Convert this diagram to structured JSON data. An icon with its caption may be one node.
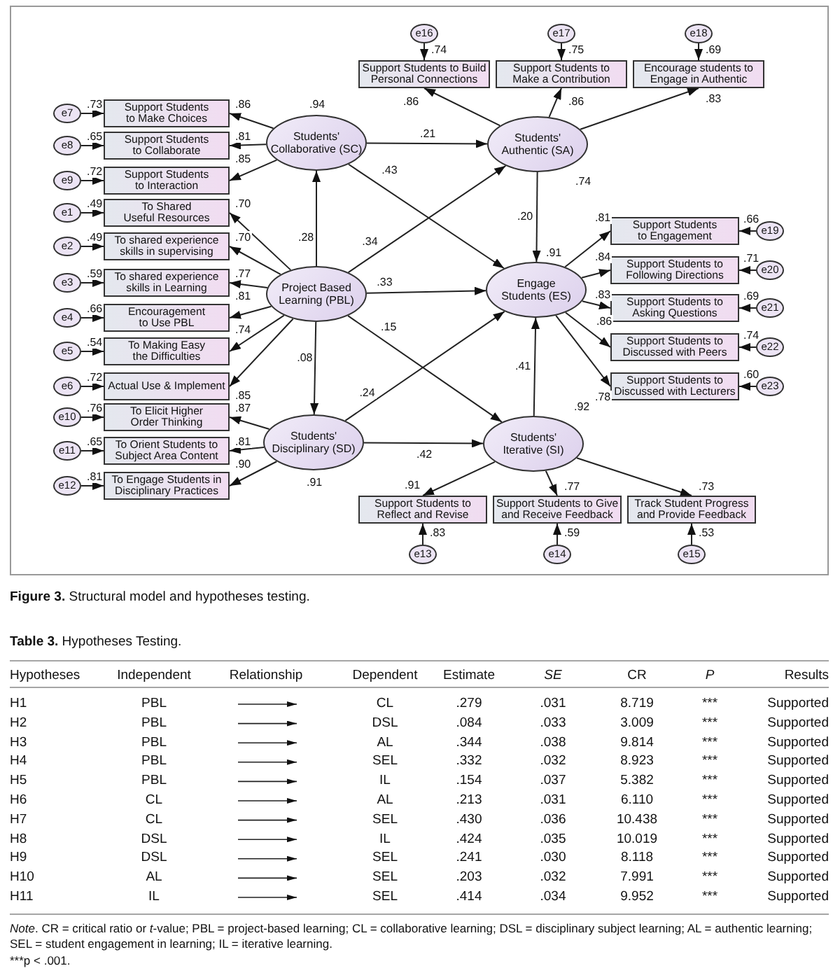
{
  "diagram": {
    "caption": "**Figure 3.** Structural model and hypotheses testing.",
    "nodes": [
      {
        "text": [
          "Students' Collaborative (SC)"
        ],
        "beside": [
          ".94"
        ]
      },
      {
        "text": [
          "Project Based Learning (PBL)"
        ]
      },
      {
        "text": [
          "Students' Disciplinary (SD)"
        ],
        "beside": [
          ".91"
        ]
      },
      {
        "text": [
          "Students' Authentic (SA)"
        ],
        "beside": [
          ".74"
        ]
      },
      {
        "text": [
          "Engage Students (ES)"
        ],
        "beside": [
          ".91"
        ]
      },
      {
        "text": [
          "Students' Iterative (SI)"
        ],
        "beside": [
          ".92"
        ]
      },
      {
        "text": [
          "Support Students to Make Choices"
        ],
        "beside": [
          ".73"
        ]
      },
      {
        "text": [
          "Support Students to Collaborate"
        ],
        "beside": [
          ".65"
        ]
      },
      {
        "text": [
          "Support Students to Interaction"
        ],
        "beside": [
          ".72"
        ]
      },
      {
        "text": [
          "To Shared Useful Resources"
        ],
        "beside": [
          ".49"
        ]
      },
      {
        "text": [
          "To shared experience skills in supervising"
        ],
        "beside": [
          ".49"
        ]
      },
      {
        "text": [
          "To shared experience skills in Learning"
        ],
        "beside": [
          ".59"
        ]
      },
      {
        "text": [
          "Encouragement to Use PBL"
        ],
        "beside": [
          ".66"
        ]
      },
      {
        "text": [
          "To Making Easy the Difficulties"
        ],
        "beside": [
          ".54"
        ]
      },
      {
        "text": [
          "Actual Use & Implement"
        ],
        "beside": [
          ".72"
        ]
      },
      {
        "text": [
          "To Elicit Higher Order Thinking"
        ],
        "beside": [
          ".76"
        ]
      },
      {
        "text": [
          "To Orient Students to Subject Area Content"
        ],
        "beside": [
          ".65"
        ]
      },
      {
        "text": [
          "To Engage Students in Disciplinary Practices"
        ],
        "beside": [
          ".81"
        ]
      },
      {
        "text": [
          "Support Students to Build Personal Connections"
        ],
        "beside": [
          ".74"
        ]
      },
      {
        "text": [
          "Support Students to Make a Contribution"
        ],
        "beside": [
          ".75"
        ]
      },
      {
        "text": [
          "Encourage students to Engage in Authentic"
        ],
        "beside": [
          ".69"
        ]
      },
      {
        "text": [
          "Support Students to Engagement"
        ],
        "beside": [
          ".66"
        ]
      },
      {
        "text": [
          "Support Students to Following Directions"
        ],
        "beside": [
          ".71"
        ]
      },
      {
        "text": [
          "Support Students to Asking Questions"
        ],
        "beside": [
          ".69"
        ]
      },
      {
        "text": [
          "Support Students to Discussed with Peers"
        ],
        "beside": [
          ".74"
        ]
      },
      {
        "text": [
          "Support Students to Discussed with Lecturers"
        ],
        "beside": [
          ".60"
        ]
      },
      {
        "text": [
          "Support Students to Reflect and Revise"
        ],
        "beside": [
          ".83"
        ]
      },
      {
        "text": [
          "Support Students to Give and Receive Feedback"
        ],
        "beside": [
          ".59"
        ]
      },
      {
        "text": [
          "Track Student Progress and Provide Feedback"
        ],
        "beside": [
          ".53"
        ]
      },
      {
        "text": [
          "e7"
        ]
      },
      {
        "text": [
          "e8"
        ]
      },
      {
        "text": [
          "e9"
        ]
      },
      {
        "text": [
          "e1"
        ]
      },
      {
        "text": [
          "e2"
        ]
      },
      {
        "text": [
          "e3"
        ]
      },
      {
        "text": [
          "e4"
        ]
      },
      {
        "text": [
          "e5"
        ]
      },
      {
        "text": [
          "e6"
        ]
      },
      {
        "text": [
          "e10"
        ]
      },
      {
        "text": [
          "e11"
        ]
      },
      {
        "text": [
          "e12"
        ]
      },
      {
        "text": [
          "e16"
        ]
      },
      {
        "text": [
          "e17"
        ]
      },
      {
        "text": [
          "e18"
        ]
      },
      {
        "text": [
          "e19"
        ]
      },
      {
        "text": [
          "e20"
        ]
      },
      {
        "text": [
          "e21"
        ]
      },
      {
        "text": [
          "e22"
        ]
      },
      {
        "text": [
          "e23"
        ]
      },
      {
        "text": [
          "e13"
        ]
      },
      {
        "text": [
          "e14"
        ]
      },
      {
        "text": [
          "e15"
        ]
      }
    ],
    "edges": [
      {
        "from": 1,
        "to": 0,
        "arrow": "to",
        "label": ".28"
      },
      {
        "from": 1,
        "to": 2,
        "arrow": "to",
        "label": ".08"
      },
      {
        "from": 1,
        "to": 3,
        "arrow": "to",
        "label": ".34"
      },
      {
        "from": 1,
        "to": 4,
        "arrow": "to",
        "label": ".33"
      },
      {
        "from": 1,
        "to": 5,
        "arrow": "to",
        "label": ".15"
      },
      {
        "from": 0,
        "to": 3,
        "arrow": "to",
        "label": ".21"
      },
      {
        "from": 0,
        "to": 4,
        "arrow": "to",
        "label": ".43"
      },
      {
        "from": 2,
        "to": 4,
        "arrow": "to",
        "label": ".24"
      },
      {
        "from": 2,
        "to": 5,
        "arrow": "to",
        "label": ".42"
      },
      {
        "from": 3,
        "to": 4,
        "arrow": "to",
        "label": ".20"
      },
      {
        "from": 5,
        "to": 4,
        "arrow": "to",
        "label": ".41"
      },
      {
        "from": 0,
        "to": 6,
        "arrow": "to",
        "label": ".86"
      },
      {
        "from": 0,
        "to": 7,
        "arrow": "to",
        "label": ".81"
      },
      {
        "from": 0,
        "to": 8,
        "arrow": "to",
        "label": ".85"
      },
      {
        "from": 1,
        "to": 9,
        "arrow": "to",
        "label": ".70"
      },
      {
        "from": 1,
        "to": 10,
        "arrow": "to",
        "label": ".70"
      },
      {
        "from": 1,
        "to": 11,
        "arrow": "to",
        "label": ".77"
      },
      {
        "from": 1,
        "to": 12,
        "arrow": "to",
        "label": ".81"
      },
      {
        "from": 1,
        "to": 13,
        "arrow": "to",
        "label": ".74"
      },
      {
        "from": 1,
        "to": 14,
        "arrow": "to",
        "label": ".85"
      },
      {
        "from": 2,
        "to": 15,
        "arrow": "to",
        "label": ".87"
      },
      {
        "from": 2,
        "to": 16,
        "arrow": "to",
        "label": ".81"
      },
      {
        "from": 2,
        "to": 17,
        "arrow": "to",
        "label": ".90"
      },
      {
        "from": 3,
        "to": 18,
        "arrow": "to",
        "label": ".86"
      },
      {
        "from": 3,
        "to": 19,
        "arrow": "to",
        "label": ".86"
      },
      {
        "from": 3,
        "to": 20,
        "arrow": "to",
        "label": ".83"
      },
      {
        "from": 4,
        "to": 21,
        "arrow": "to",
        "label": ".81"
      },
      {
        "from": 4,
        "to": 22,
        "arrow": "to",
        "label": ".84"
      },
      {
        "from": 4,
        "to": 23,
        "arrow": "to",
        "label": ".83"
      },
      {
        "from": 4,
        "to": 24,
        "arrow": "to",
        "label": ".86"
      },
      {
        "from": 4,
        "to": 25,
        "arrow": "to",
        "label": ".78"
      },
      {
        "from": 5,
        "to": 26,
        "arrow": "to",
        "label": ".91"
      },
      {
        "from": 5,
        "to": 27,
        "arrow": "to",
        "label": ".77"
      },
      {
        "from": 5,
        "to": 28,
        "arrow": "to",
        "label": ".73"
      },
      {
        "from": 29,
        "to": 6,
        "arrow": "to"
      },
      {
        "from": 30,
        "to": 7,
        "arrow": "to"
      },
      {
        "from": 31,
        "to": 8,
        "arrow": "to"
      },
      {
        "from": 32,
        "to": 9,
        "arrow": "to"
      },
      {
        "from": 33,
        "to": 10,
        "arrow": "to"
      },
      {
        "from": 34,
        "to": 11,
        "arrow": "to"
      },
      {
        "from": 35,
        "to": 12,
        "arrow": "to"
      },
      {
        "from": 36,
        "to": 13,
        "arrow": "to"
      },
      {
        "from": 37,
        "to": 14,
        "arrow": "to"
      },
      {
        "from": 38,
        "to": 15,
        "arrow": "to"
      },
      {
        "from": 39,
        "to": 16,
        "arrow": "to"
      },
      {
        "from": 40,
        "to": 17,
        "arrow": "to"
      },
      {
        "from": 41,
        "to": 18,
        "arrow": "to"
      },
      {
        "from": 42,
        "to": 19,
        "arrow": "to"
      },
      {
        "from": 43,
        "to": 20,
        "arrow": "to"
      },
      {
        "from": 44,
        "to": 21,
        "arrow": "to"
      },
      {
        "from": 45,
        "to": 22,
        "arrow": "to"
      },
      {
        "from": 46,
        "to": 23,
        "arrow": "to"
      },
      {
        "from": 47,
        "to": 24,
        "arrow": "to"
      },
      {
        "from": 48,
        "to": 25,
        "arrow": "to"
      },
      {
        "from": 49,
        "to": 26,
        "arrow": "to"
      },
      {
        "from": 50,
        "to": 27,
        "arrow": "to"
      },
      {
        "from": 51,
        "to": 28,
        "arrow": "to"
      }
    ],
    "labels": [
      "**Table 3.** Hypotheses Testing.",
      "Hypotheses",
      "Independent",
      "Relationship",
      "Dependent",
      "Estimate",
      "SE",
      "CR",
      "P",
      "Results",
      "H1",
      "PBL",
      "CL",
      ".279",
      ".031",
      "8.719",
      "***",
      "Supported",
      "H2",
      "PBL",
      "DSL",
      ".084",
      ".033",
      "3.009",
      "***",
      "Supported",
      "H3",
      "PBL",
      "AL",
      ".344",
      ".038",
      "9.814",
      "***",
      "Supported",
      "H4",
      "PBL",
      "SEL",
      ".332",
      ".032",
      "8.923",
      "***",
      "Supported",
      "H5",
      "PBL",
      "IL",
      ".154",
      ".037",
      "5.382",
      "***",
      "Supported",
      "H6",
      "CL",
      "AL",
      ".213",
      ".031",
      "6.110",
      "***",
      "Supported",
      "H7",
      "CL",
      "SEL",
      ".430",
      ".036",
      "10.438",
      "***",
      "Supported",
      "H8",
      "DSL",
      "IL",
      ".424",
      ".035",
      "10.019",
      "***",
      "Supported",
      "H9",
      "DSL",
      "SEL",
      ".241",
      ".030",
      "8.118",
      "***",
      "Supported",
      "H10",
      "AL",
      "SEL",
      ".203",
      ".032",
      "7.991",
      "***",
      "Supported",
      "H11",
      "IL",
      "SEL",
      ".414",
      ".034",
      "9.952",
      "***",
      "Supported",
      "*Note*. CR = critical ratio or *t*-value; PBL = project-based learning; CL = collaborative learning; DSL = disciplinary subject learning; AL = authentic learning; SEL = student engagement in learning; IL = iterative learning.",
      "***p < .001."
    ]
  }
}
